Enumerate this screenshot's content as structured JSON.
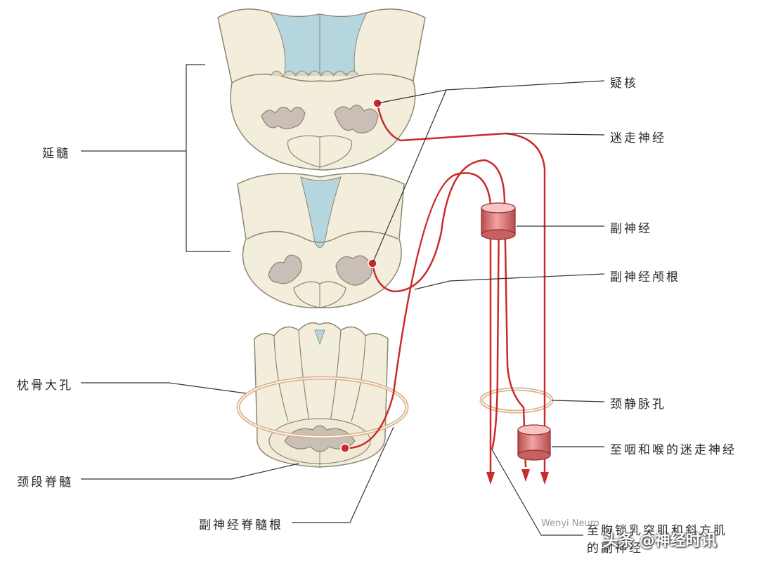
{
  "labels": {
    "medulla": "延髓",
    "nucleus_ambiguus": "疑核",
    "vagus_nerve": "迷走神经",
    "accessory_nerve": "副神经",
    "accessory_cranial_root": "副神经颅根",
    "foramen_magnum": "枕骨大孔",
    "jugular_foramen": "颈静脉孔",
    "vagus_to_pharynx_larynx": "至咽和喉的迷走神经",
    "cervical_spinal_cord": "颈段脊髓",
    "accessory_spinal_root": "副神经脊髓根",
    "to_scm_trapezius_line1": "至胸锁乳突肌和斜方肌",
    "to_scm_trapezius_line2": "的副神经"
  },
  "watermark": {
    "wechat": "Wenyi Neuro",
    "toutiao": "头条 @神经时讯"
  },
  "colors": {
    "nerve": "#cc2a2a",
    "tissue": "#f3eedb",
    "outline": "#8c8672",
    "ventricle": "#b5d6de",
    "gray_matter": "#c9bfb6",
    "foramen_ring": "#d9b48f",
    "label_line": "#333333"
  }
}
